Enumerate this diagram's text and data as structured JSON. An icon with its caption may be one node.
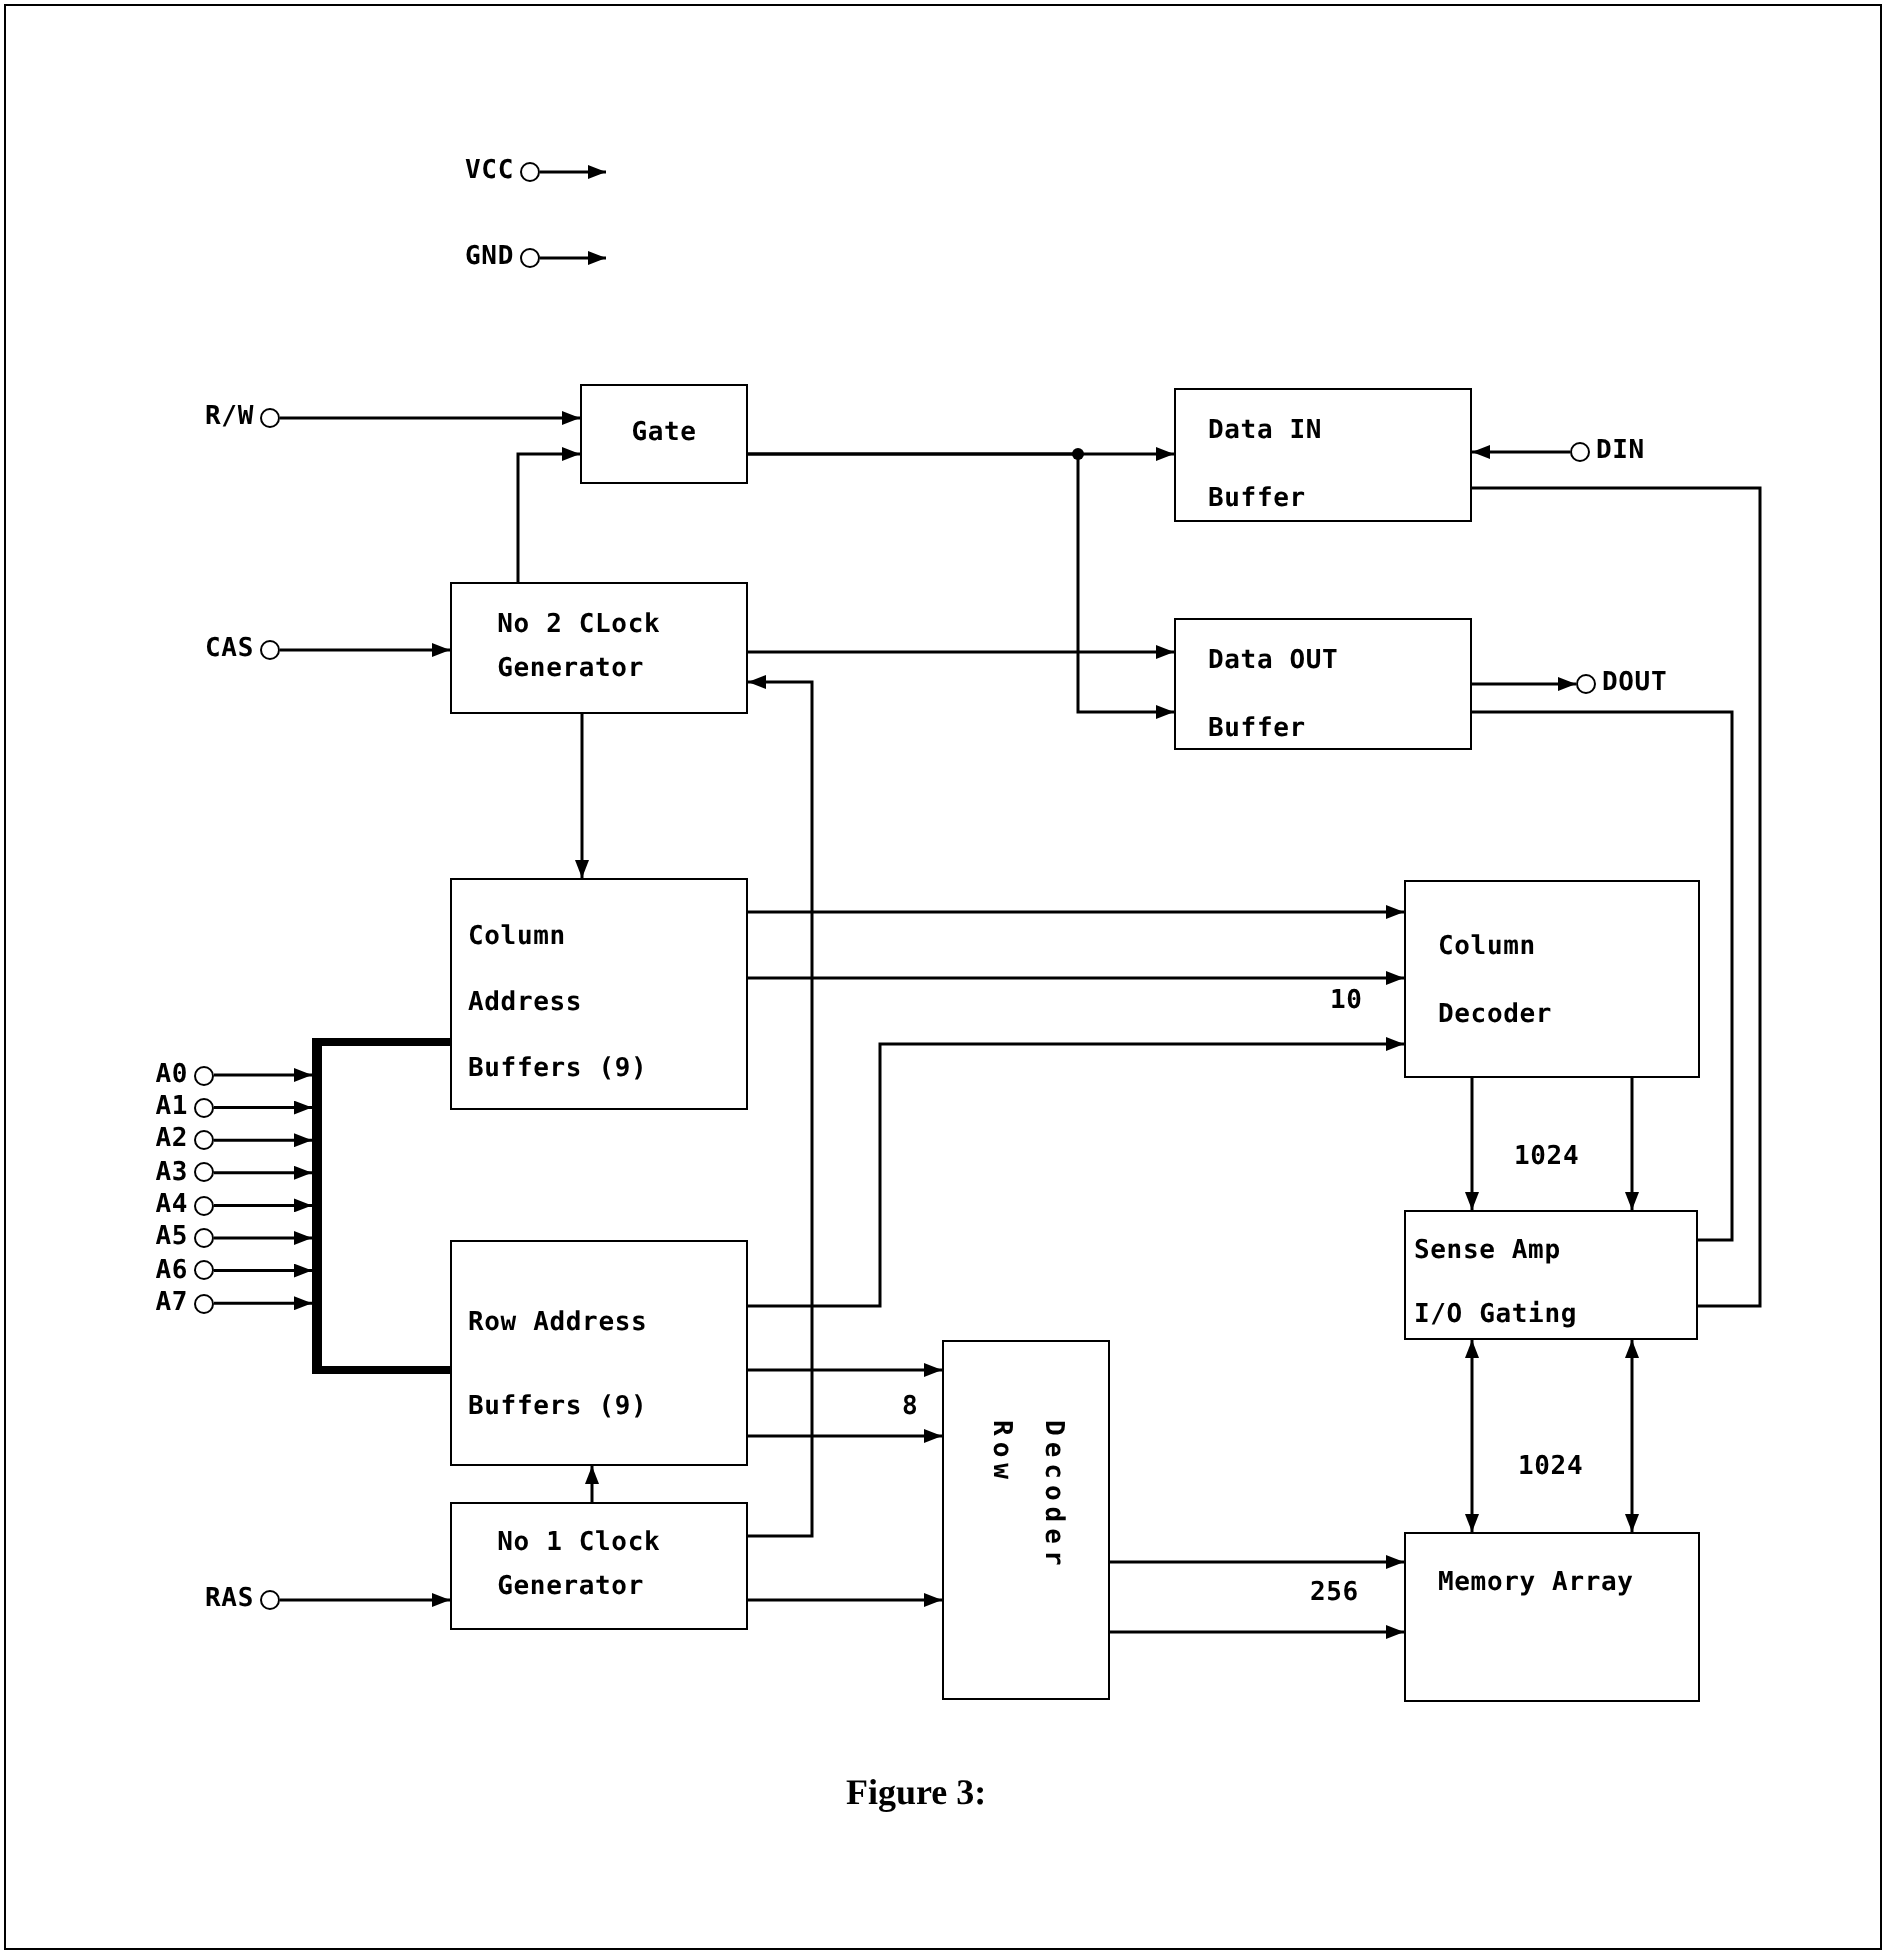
{
  "diagram": {
    "caption": "Figure 3:",
    "nodes": [
      {
        "text": [
          "VCC"
        ]
      },
      {
        "text": [
          "GND"
        ]
      },
      {
        "text": [
          "R/W"
        ]
      },
      {
        "text": [
          "CAS"
        ]
      },
      {
        "text": [
          "A0"
        ]
      },
      {
        "text": [
          "A1"
        ]
      },
      {
        "text": [
          "A2"
        ]
      },
      {
        "text": [
          "A3"
        ]
      },
      {
        "text": [
          "A4"
        ]
      },
      {
        "text": [
          "A5"
        ]
      },
      {
        "text": [
          "A6"
        ]
      },
      {
        "text": [
          "A7"
        ]
      },
      {
        "text": [],
        "shape": "bar"
      },
      {
        "text": [
          "RAS"
        ]
      },
      {
        "text": [
          "DIN"
        ]
      },
      {
        "text": [
          "DOUT"
        ]
      },
      {
        "text": [
          "Gate"
        ]
      },
      {
        "text": [
          "No 2 CLock Generator"
        ]
      },
      {
        "text": [
          "Data IN Buffer"
        ]
      },
      {
        "text": [
          "Data OUT Buffer"
        ]
      },
      {
        "text": [
          "Column Address Buffers (9)"
        ]
      },
      {
        "text": [
          "Column Decoder"
        ]
      },
      {
        "text": [
          "Sense Amp I/O Gating"
        ]
      },
      {
        "text": [
          "Row Address Buffers (9)"
        ]
      },
      {
        "text": [
          "No 1 Clock Generator"
        ]
      },
      {
        "text": [
          "Row Decoder"
        ]
      },
      {
        "text": [
          "Memory Array"
        ]
      }
    ],
    "edges": [
      {
        "from": 0,
        "to": null,
        "arrow": "to"
      },
      {
        "from": 1,
        "to": null,
        "arrow": "to"
      },
      {
        "from": 2,
        "to": 16,
        "arrow": "to"
      },
      {
        "from": 17,
        "to": 16,
        "arrow": "to"
      },
      {
        "from": 3,
        "to": 17,
        "arrow": "to"
      },
      {
        "from": 16,
        "to": 18,
        "arrow": "to"
      },
      {
        "from": 16,
        "to": 19,
        "arrow": "to"
      },
      {
        "from": 17,
        "to": 19,
        "arrow": "to"
      },
      {
        "from": 14,
        "to": 18,
        "arrow": "to"
      },
      {
        "from": 19,
        "to": 15,
        "arrow": "to"
      },
      {
        "from": 18,
        "to": 22,
        "arrow": "none"
      },
      {
        "from": 19,
        "to": 22,
        "arrow": "none"
      },
      {
        "from": 17,
        "to": 20,
        "arrow": "to"
      },
      {
        "from": 4,
        "to": 12,
        "arrow": "to"
      },
      {
        "from": 5,
        "to": 12,
        "arrow": "to"
      },
      {
        "from": 6,
        "to": 12,
        "arrow": "to"
      },
      {
        "from": 7,
        "to": 12,
        "arrow": "to"
      },
      {
        "from": 8,
        "to": 12,
        "arrow": "to"
      },
      {
        "from": 9,
        "to": 12,
        "arrow": "to"
      },
      {
        "from": 10,
        "to": 12,
        "arrow": "to"
      },
      {
        "from": 11,
        "to": 12,
        "arrow": "to"
      },
      {
        "from": 12,
        "to": 20,
        "arrow": "none",
        "style": "thick"
      },
      {
        "from": 12,
        "to": 23,
        "arrow": "none",
        "style": "thick"
      },
      {
        "from": 20,
        "to": 21,
        "arrow": "to"
      },
      {
        "from": 20,
        "to": 21,
        "arrow": "to",
        "label": "10"
      },
      {
        "from": 23,
        "to": 21,
        "arrow": "to"
      },
      {
        "from": 21,
        "to": 22,
        "arrow": "to",
        "label": "1024"
      },
      {
        "from": 21,
        "to": 22,
        "arrow": "to"
      },
      {
        "from": 23,
        "to": 25,
        "arrow": "to"
      },
      {
        "from": 23,
        "to": 25,
        "arrow": "to",
        "label": "8"
      },
      {
        "from": 24,
        "to": 23,
        "arrow": "to"
      },
      {
        "from": 24,
        "to": 17,
        "arrow": "to"
      },
      {
        "from": 13,
        "to": 24,
        "arrow": "to"
      },
      {
        "from": 24,
        "to": 25,
        "arrow": "to"
      },
      {
        "from": 25,
        "to": 26,
        "arrow": "to"
      },
      {
        "from": 25,
        "to": 26,
        "arrow": "to",
        "label": "256"
      },
      {
        "from": 22,
        "to": 26,
        "arrow": "both",
        "label": "1024"
      },
      {
        "from": 22,
        "to": 26,
        "arrow": "both"
      }
    ]
  }
}
